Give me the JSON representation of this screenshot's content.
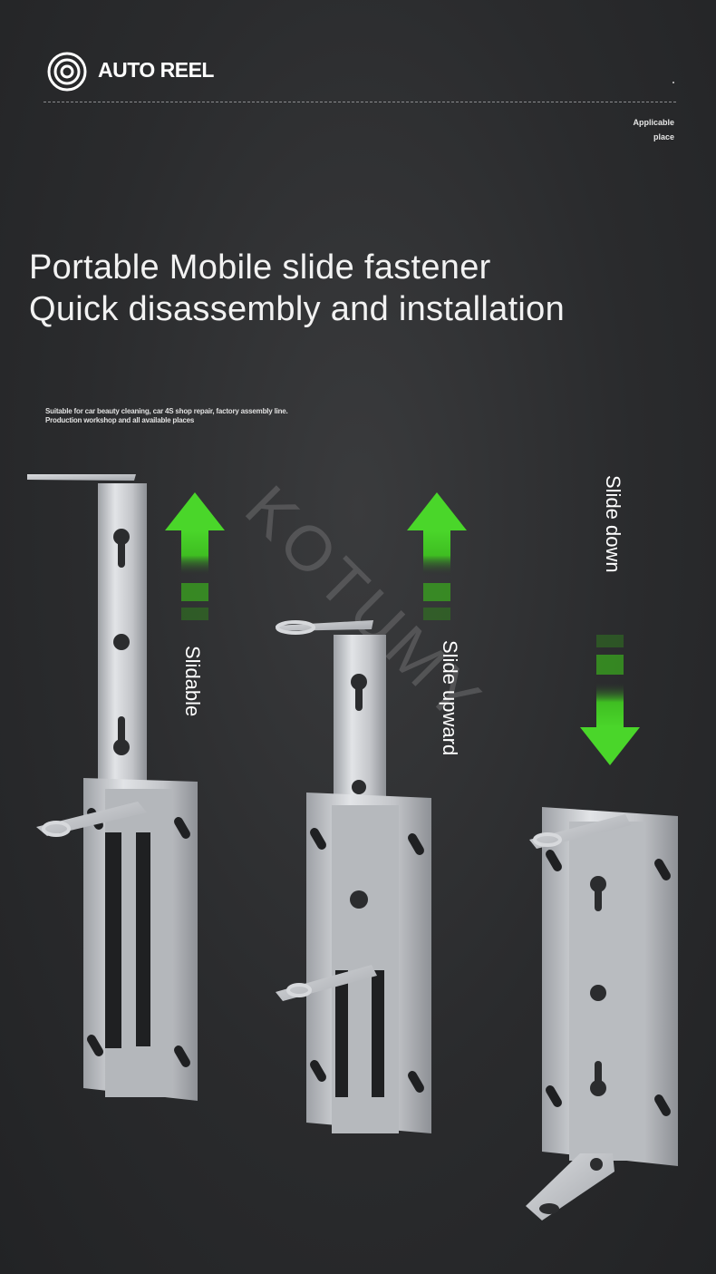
{
  "header": {
    "brand": "AUTO REEL",
    "applicable": [
      "Applicable",
      "place"
    ]
  },
  "headline": {
    "line1": "Portable Mobile slide fastener",
    "line2": "Quick disassembly and installation"
  },
  "subtext": {
    "line1": "Suitable for car beauty cleaning, car 4S shop repair, factory assembly line.",
    "line2": "Production workshop and all available places"
  },
  "watermark": "KOTUMY",
  "labels": {
    "slidable": "Slidable",
    "slide_upward": "Slide upward",
    "slide_down": "Slide down"
  },
  "colors": {
    "accent": "#4ad62a",
    "metal": "#c9cbcf"
  },
  "icons": {
    "logo": "concentric-reel-icon",
    "arrow_up": "green-arrow-up-icon",
    "arrow_down": "green-arrow-down-icon"
  }
}
